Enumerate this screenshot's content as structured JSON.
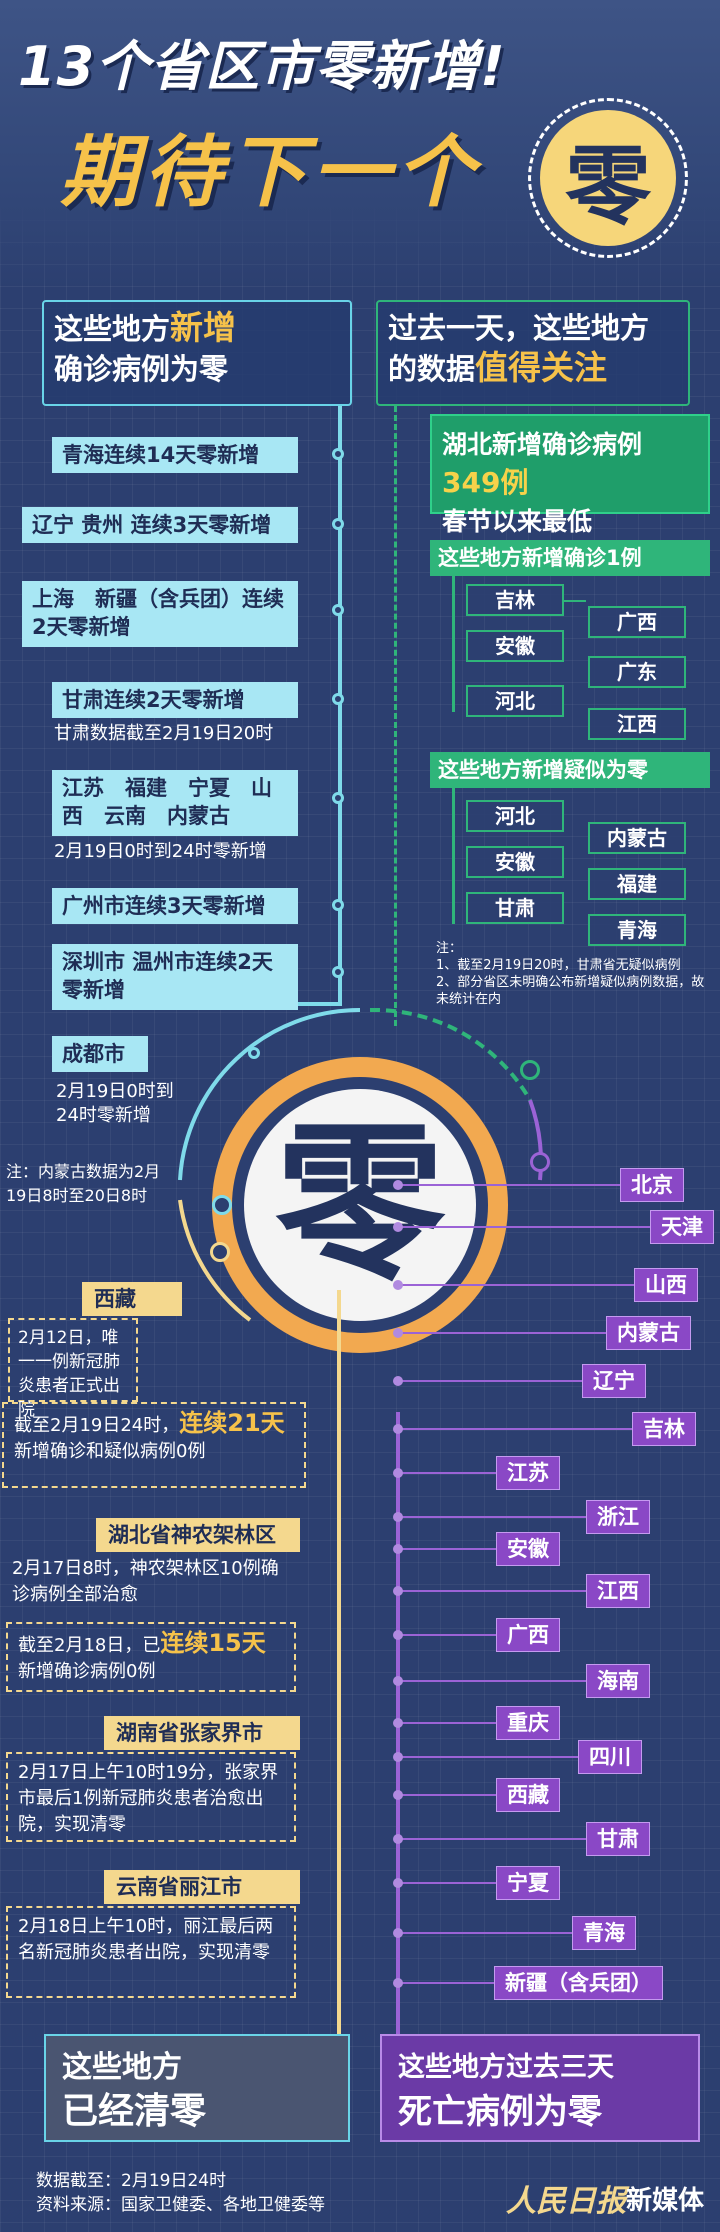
{
  "header": {
    "line1": "13个省区市零新增!",
    "line2": "期待下一个",
    "badge": "零"
  },
  "left_header": {
    "part1": "这些地方",
    "part1_hl": "新增",
    "part2": "确诊病例为零"
  },
  "right_header": {
    "part1": "过去一天，这些地方",
    "part2": "的数据",
    "part2_hl": "值得关注"
  },
  "left_items": [
    {
      "tag": "青海连续14天零新增",
      "note": ""
    },
    {
      "tag": "辽宁 贵州 连续3天零新增",
      "note": ""
    },
    {
      "tag": "上海　新疆（含兵团）连续2天零新增",
      "note": ""
    },
    {
      "tag": "甘肃连续2天零新增",
      "note": "甘肃数据截至2月19日20时"
    },
    {
      "tag": "江苏　福建　宁夏　山西　云南　内蒙古",
      "note": "2月19日0时到24时零新增"
    },
    {
      "tag": "广州市连续3天零新增",
      "note": ""
    },
    {
      "tag": "深圳市 温州市连续2天零新增",
      "note": ""
    },
    {
      "tag": "成都市",
      "note": "2月19日0时到24时零新增"
    }
  ],
  "left_footnote": "注：内蒙古数据为2月19日8时至20日8时",
  "hubei": {
    "line1": "湖北新增确诊病例",
    "num": "349例",
    "line2": "春节以来最低"
  },
  "confirm1": {
    "title": "这些地方新增确诊1例",
    "left": [
      "吉林",
      "安徽",
      "河北"
    ],
    "right": [
      "广西",
      "广东",
      "江西"
    ]
  },
  "suspect": {
    "title": "这些地方新增疑似为零",
    "left": [
      "河北",
      "安徽",
      "甘肃"
    ],
    "right": [
      "内蒙古",
      "福建",
      "青海"
    ]
  },
  "right_note": [
    "注：",
    "1、截至2月19日20时，甘肃省无疑似病例",
    "2、部分省区未明确公布新增疑似病例数据，故未统计在内"
  ],
  "center_zero": "零",
  "cleared": [
    {
      "tag": "西藏",
      "text": "2月12日，唯一一例新冠肺炎患者正式出院",
      "text2": "截至2月19日24时，",
      "hl": "连续21天",
      "text3": "新增确诊和疑似病例0例"
    },
    {
      "tag": "湖北省神农架林区",
      "text": "2月17日8时，神农架林区10例确诊病例全部治愈",
      "text2": "截至2月18日，已",
      "hl": "连续15天",
      "text3": "新增确诊病例0例"
    },
    {
      "tag": "湖南省张家界市",
      "text": "2月17日上午10时19分，张家界市最后1例新冠肺炎患者治愈出院，实现清零"
    },
    {
      "tag": "云南省丽江市",
      "text": "2月18日上午10时，丽江最后两名新冠肺炎患者出院，实现清零"
    }
  ],
  "no_death": [
    "北京",
    "天津",
    "山西",
    "内蒙古",
    "辽宁",
    "吉林",
    "江苏",
    "浙江",
    "安徽",
    "江西",
    "广西",
    "海南",
    "重庆",
    "四川",
    "西藏",
    "甘肃",
    "宁夏",
    "青海",
    "新疆（含兵团）"
  ],
  "bottom_left": {
    "line1": "这些地方",
    "line2": "已经清零"
  },
  "bottom_right": {
    "line1": "这些地方过去三天",
    "line2": "死亡病例为零"
  },
  "footer": {
    "date": "数据截至：2月19日24时",
    "source": "资料来源：国家卫健委、各地卫健委等",
    "brand": "人民日报",
    "brand2": "新媒体"
  }
}
